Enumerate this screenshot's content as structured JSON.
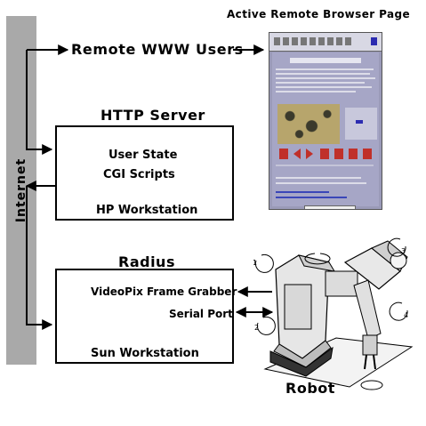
{
  "browser": {
    "title": "Active Remote Browser Page"
  },
  "users": {
    "label": "Remote WWW Users"
  },
  "internet": {
    "label": "Internet"
  },
  "http_server": {
    "title": "HTTP Server",
    "lines": [
      "User State",
      "CGI Scripts",
      "HP Workstation"
    ]
  },
  "radius": {
    "title": "Radius",
    "lines": [
      "VideoPix Frame Grabber",
      "Serial Port",
      "Sun Workstation"
    ]
  },
  "robot": {
    "label": "Robot"
  },
  "colors": {
    "internet_bar": "#a9a9a9",
    "browser_bg": "#9a9ab8"
  },
  "icons": {
    "browser": "browser-screenshot-icon",
    "robot": "robot-arm-illustration"
  }
}
